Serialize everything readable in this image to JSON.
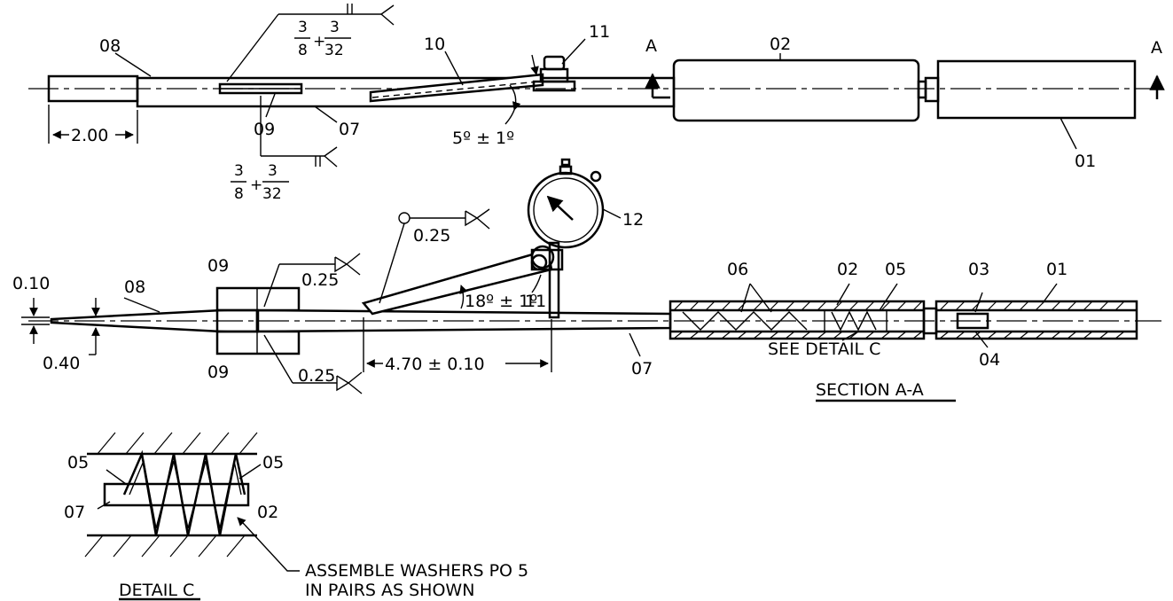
{
  "top_view": {
    "parts": {
      "p08": "08",
      "p09": "09",
      "p07": "07",
      "p10": "10",
      "p11": "11",
      "p02": "02",
      "p01": "01"
    },
    "section_marker": "A",
    "dim_length": "2.00",
    "angle": "5º ± 1º",
    "weld_fraction": {
      "a_num": "3",
      "a_den": "8",
      "b_num": "3",
      "b_den": "32"
    }
  },
  "side_view": {
    "parts": {
      "p09a": "09",
      "p09b": "09",
      "p08": "08",
      "p07": "07",
      "p11": "11",
      "p12": "12",
      "p06": "06",
      "p02": "02",
      "p05": "05",
      "p03": "03",
      "p01": "01",
      "p04": "04"
    },
    "dim_tip": "0.10",
    "dim_dia": "0.40",
    "weld_sizes": [
      "0.25",
      "0.25",
      "0.25"
    ],
    "angle": "18º ± 1º",
    "dim_length": "4.70 ± 0.10",
    "see_detail": "SEE DETAIL C",
    "section_title": "SECTION A-A"
  },
  "detail_c": {
    "parts": {
      "p05a": "05",
      "p05b": "05",
      "p07": "07",
      "p02": "02"
    },
    "note_line1": "ASSEMBLE WASHERS PO 5",
    "note_line2": "IN PAIRS AS SHOWN",
    "title": "DETAIL C"
  }
}
